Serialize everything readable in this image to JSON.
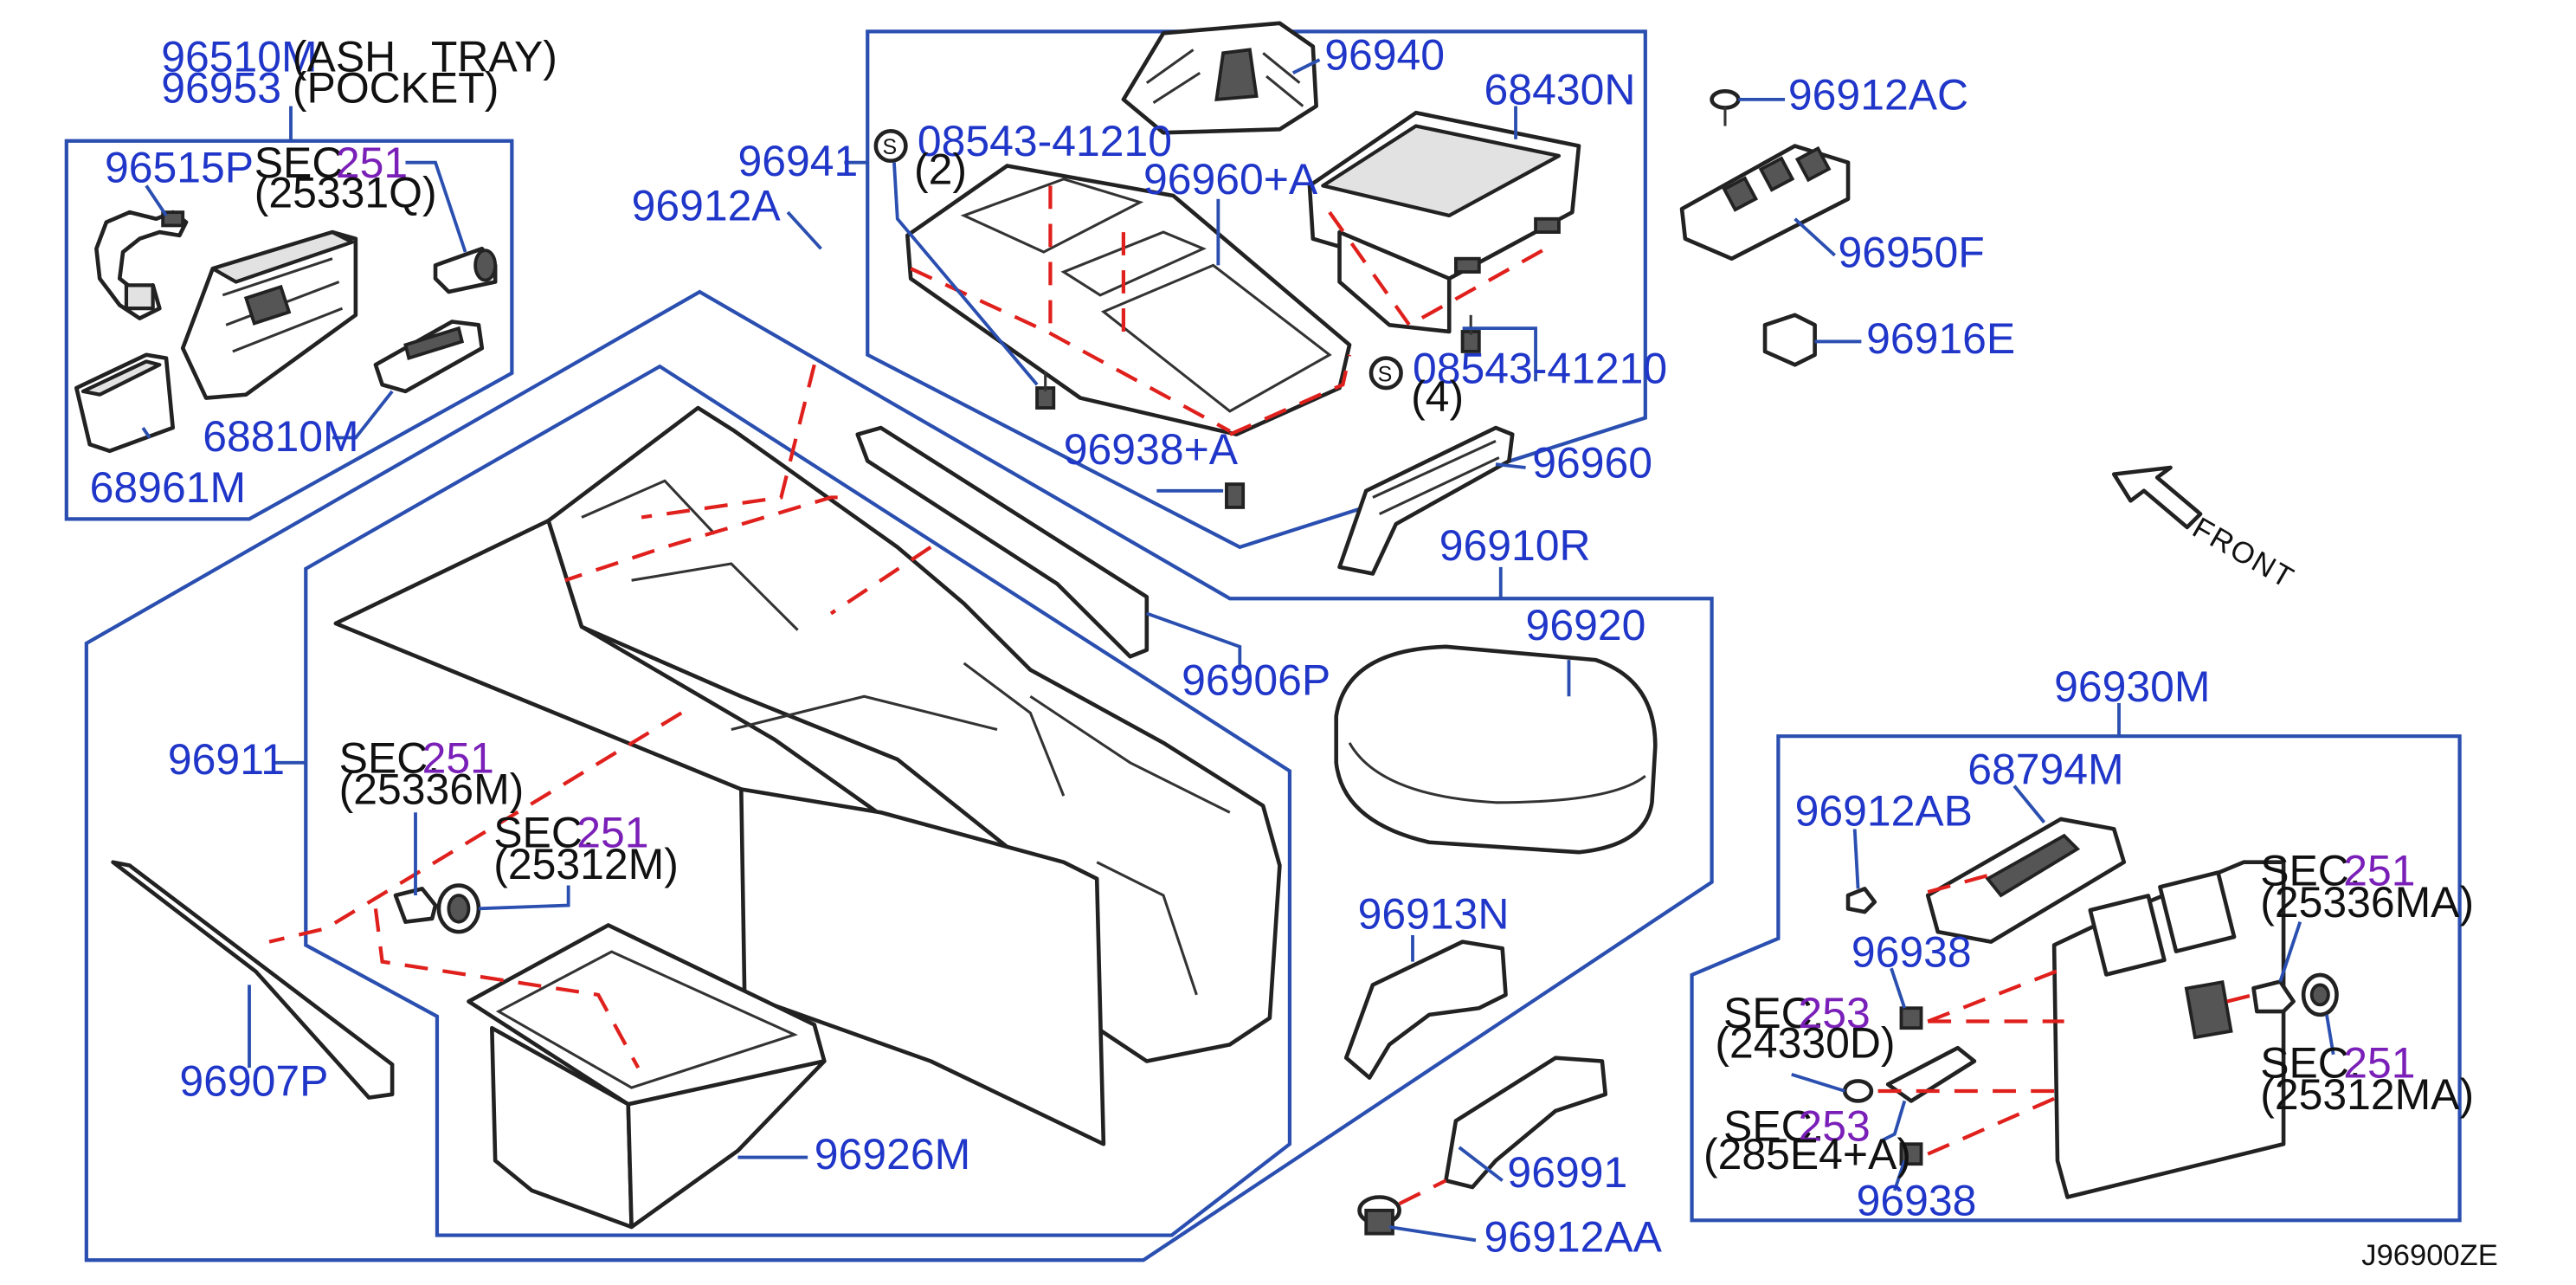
{
  "diagram_code": "J96900ZE",
  "front_label": "FRONT",
  "labels": {
    "p96510m": "96510M",
    "p96510m_desc": "(ASH   TRAY)",
    "p96953": "96953",
    "p96953_desc": "(POCKET)",
    "p96515p": "96515P",
    "sec_a": "SEC.",
    "sec_a_num": "251",
    "sec_a_ref": "(25331Q)",
    "p68810m": "68810M",
    "p68961m": "68961M",
    "p96941": "96941",
    "p96912a": "96912A",
    "p96940": "96940",
    "p68430n": "68430N",
    "s_top": "S",
    "p08543_top": "08543-41210",
    "qty_top": "(2)",
    "p96960a": "96960+A",
    "s_bot": "S",
    "p08543_bot": "08543-41210",
    "qty_bot": "(4)",
    "p96938a": "96938+A",
    "p96960": "96960",
    "p96912ac": "96912AC",
    "p96950f": "96950F",
    "p96916e": "96916E",
    "p96910r": "96910R",
    "p96906p": "96906P",
    "p96920": "96920",
    "p96911": "96911",
    "sec_b": "SEC.",
    "sec_b_num": "251",
    "sec_b_ref": "(25336M)",
    "sec_c": "SEC.",
    "sec_c_num": "251",
    "sec_c_ref": "(25312M)",
    "p96907p": "96907P",
    "p96926m": "96926M",
    "p96913n": "96913N",
    "p96991": "96991",
    "p96912aa": "96912AA",
    "p96930m": "96930M",
    "p68794m": "68794M",
    "p96912ab": "96912AB",
    "p96938_top": "96938",
    "sec_d": "SEC.",
    "sec_d_num": "253",
    "sec_d_ref": "(24330D)",
    "sec_e": "SEC.",
    "sec_e_num": "253",
    "sec_e_ref": "(285E4+A)",
    "p96938_bot": "96938",
    "sec_f": "SEC.",
    "sec_f_num": "251",
    "sec_f_ref": "(25336MA)",
    "sec_g": "SEC.",
    "sec_g_num": "251",
    "sec_g_ref": "(25312MA)"
  },
  "colors": {
    "part_number": "#1f36c9",
    "section_number": "#7a1fb8",
    "frame_line": "#2a4fb0",
    "dashed_guide": "#e0201c",
    "text": "#111111"
  }
}
